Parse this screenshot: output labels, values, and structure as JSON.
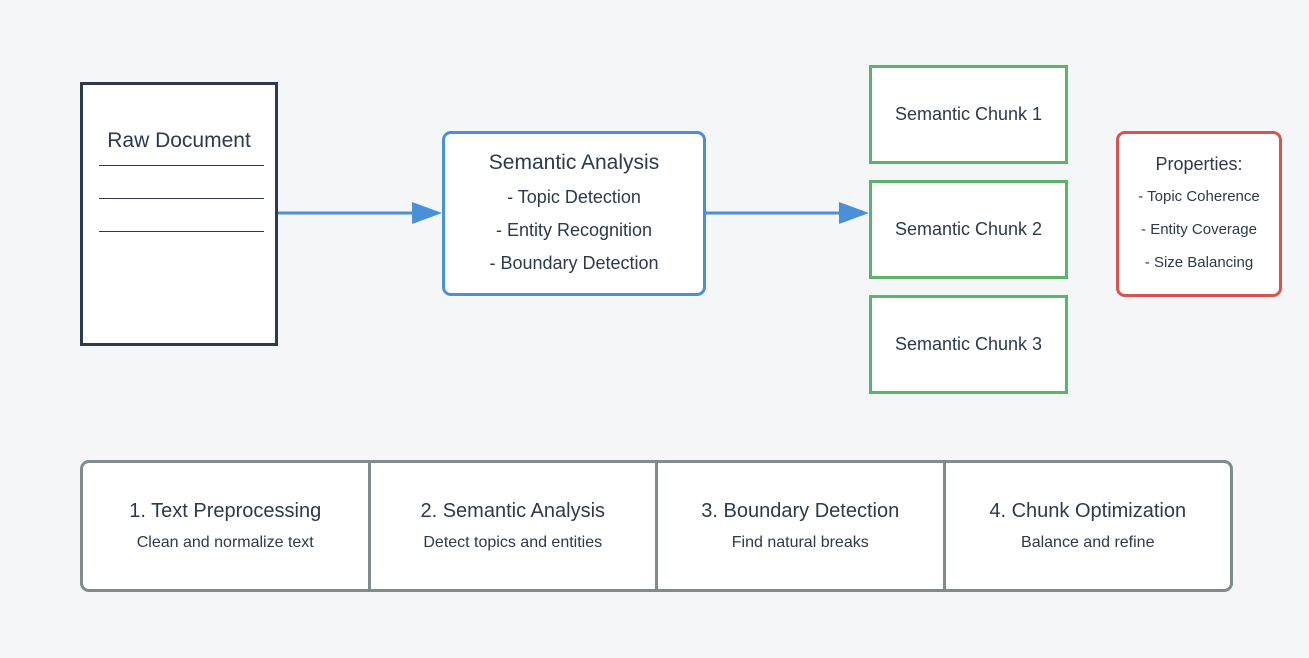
{
  "colors": {
    "background": "#f5f6f8",
    "document_border": "#2c3a4b",
    "analysis_border": "#4a90d9",
    "arrow": "#4a90d9",
    "chunk_border": "#5cb36a",
    "properties_border": "#d9534f",
    "steps_border": "#7f8c8d",
    "text": "#2c3a4b"
  },
  "raw_document": {
    "title": "Raw Document"
  },
  "semantic_analysis": {
    "title": "Semantic Analysis",
    "lines": [
      "- Topic Detection",
      "- Entity Recognition",
      "- Boundary Detection"
    ]
  },
  "chunks": [
    "Semantic Chunk 1",
    "Semantic Chunk 2",
    "Semantic Chunk 3"
  ],
  "properties": {
    "title": "Properties:",
    "lines": [
      "- Topic Coherence",
      "- Entity Coverage",
      "- Size Balancing"
    ]
  },
  "steps": [
    {
      "title": "1. Text Preprocessing",
      "desc": "Clean and normalize text"
    },
    {
      "title": "2. Semantic Analysis",
      "desc": "Detect topics and entities"
    },
    {
      "title": "3. Boundary Detection",
      "desc": "Find natural breaks"
    },
    {
      "title": "4. Chunk Optimization",
      "desc": "Balance and refine"
    }
  ]
}
